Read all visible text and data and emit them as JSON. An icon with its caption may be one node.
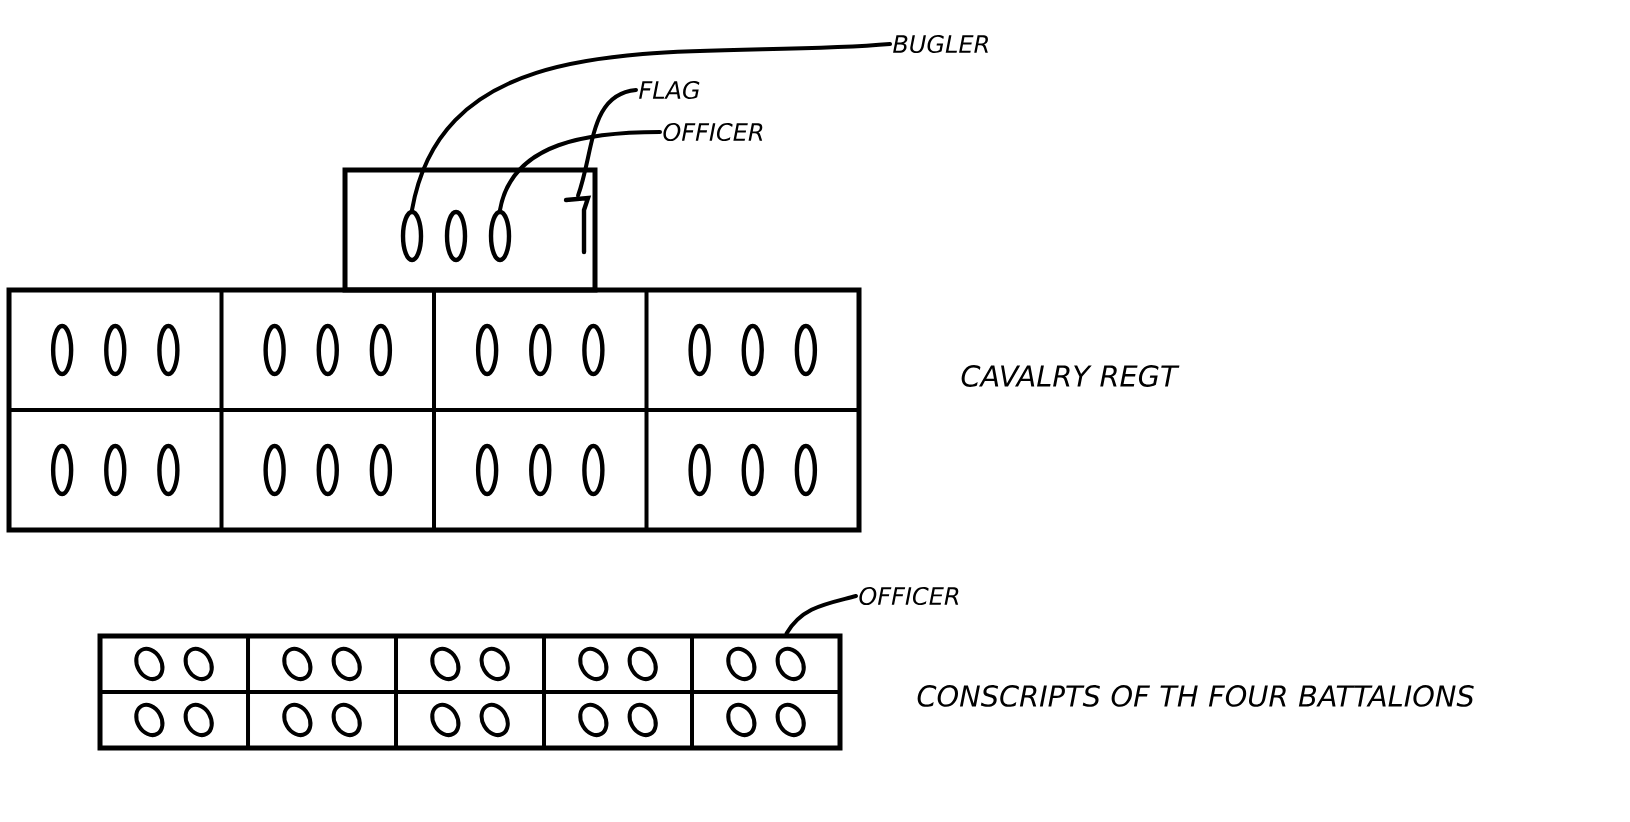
{
  "diagram": {
    "nodes": [
      {
        "text": [
          "BUGLER"
        ]
      },
      {
        "text": [
          "FLAG"
        ]
      },
      {
        "text": [
          "OFFICER"
        ]
      },
      {
        "text": [],
        "shape": "box"
      },
      {
        "text": [],
        "shape": "circle",
        "in": 3
      },
      {
        "text": [],
        "shape": "flag",
        "in": 3
      },
      {
        "text": [],
        "shape": "circle",
        "in": 3
      },
      {
        "text": [],
        "shape": "box",
        "beside": [
          "CAVALRY REGT"
        ]
      },
      {
        "text": [
          "OFFICER"
        ]
      },
      {
        "text": [],
        "shape": "box",
        "beside": [
          "CONSCRIPTS OF TH FOUR BATTALIONS"
        ]
      }
    ],
    "edges": [
      {
        "from": 0,
        "to": 4,
        "arrow": "none"
      },
      {
        "from": 1,
        "to": 5,
        "arrow": "none"
      },
      {
        "from": 2,
        "to": 6,
        "arrow": "none"
      },
      {
        "from": 8,
        "to": 9,
        "arrow": "none"
      }
    ]
  }
}
